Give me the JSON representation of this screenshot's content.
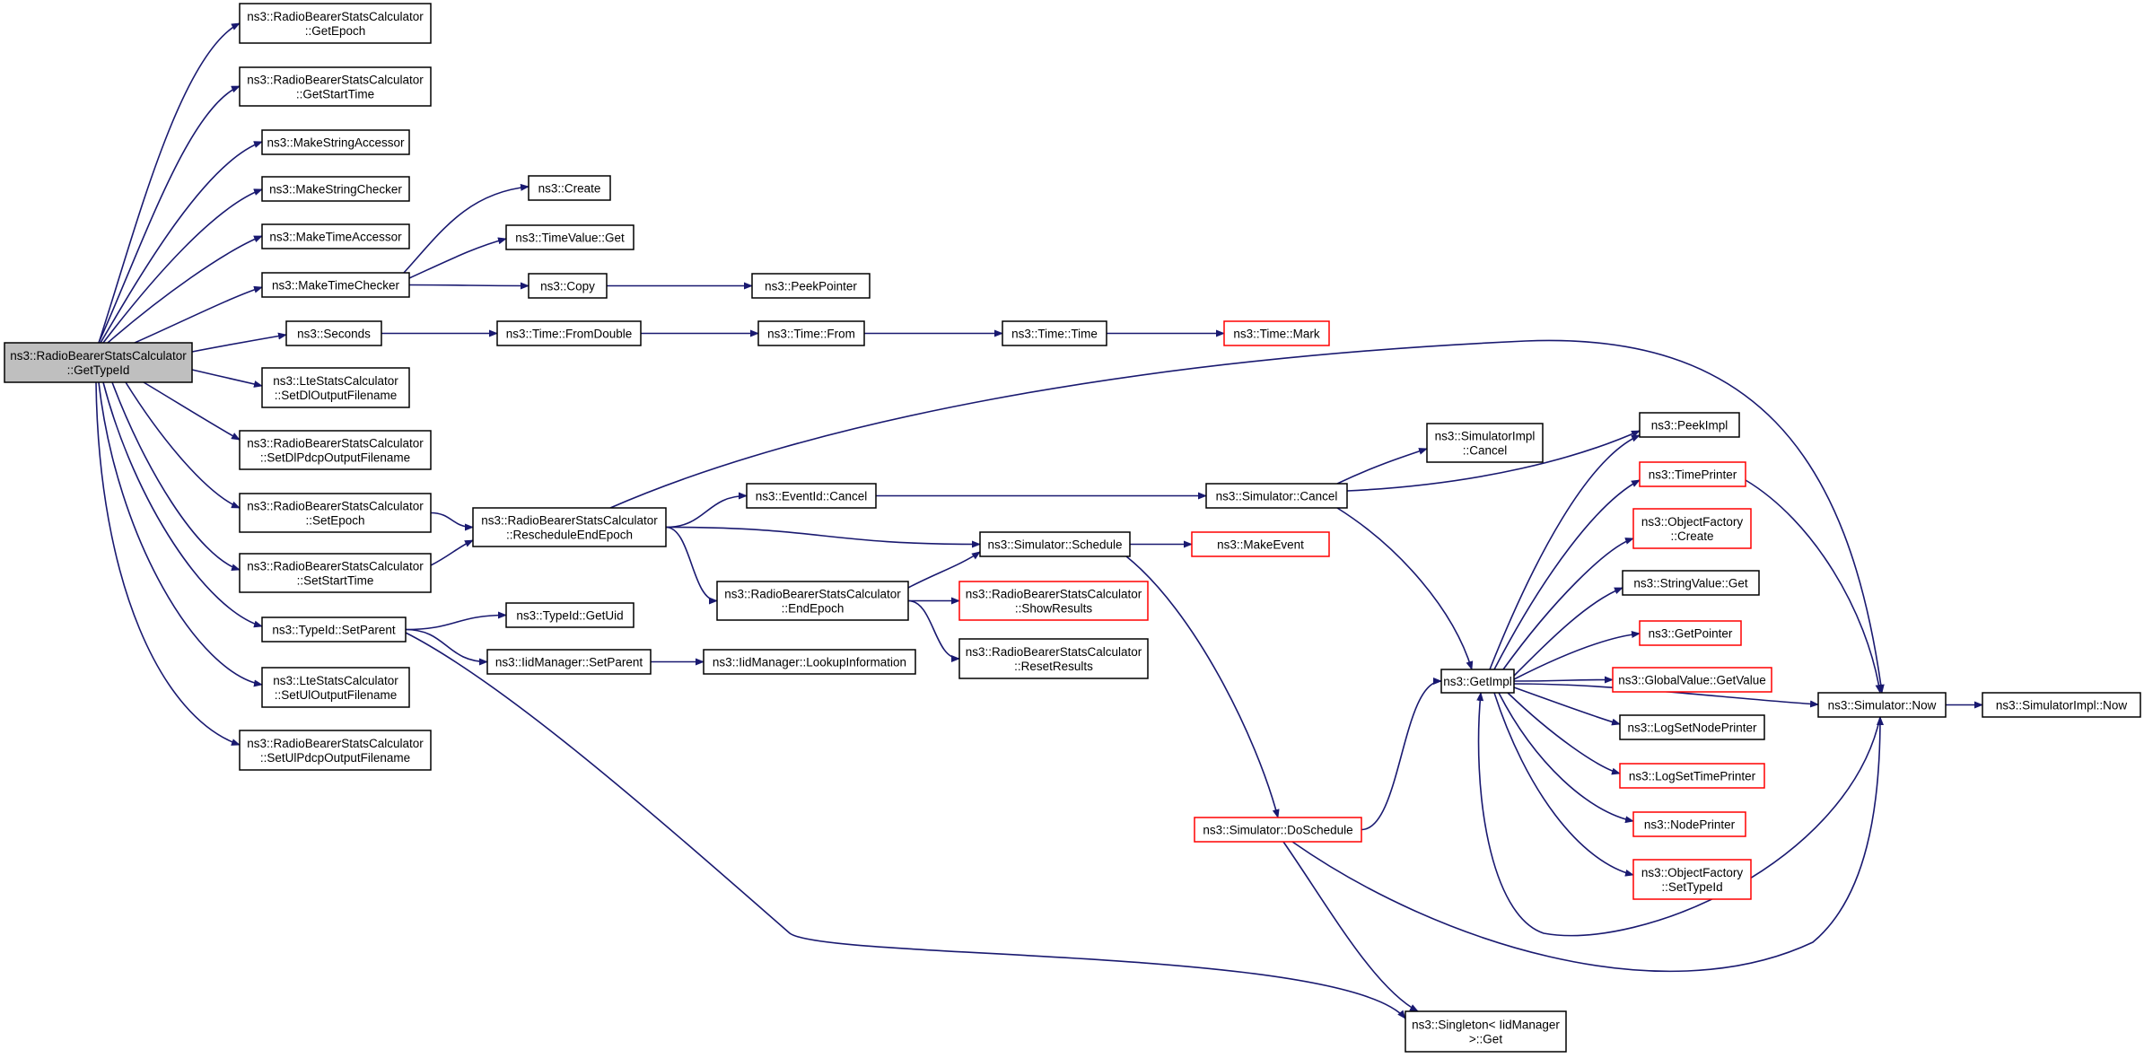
{
  "colors": {
    "edge": "#191970",
    "node_border": "#000000",
    "node_border_truncated": "#ff0000",
    "root_fill": "#bfbfbf",
    "node_fill": "#ffffff"
  },
  "nodes": [
    {
      "id": "root",
      "lines": [
        "ns3::RadioBearerStatsCalculator",
        "::GetTypeId"
      ],
      "style": "root"
    },
    {
      "id": "getepoch",
      "lines": [
        "ns3::RadioBearerStatsCalculator",
        "::GetEpoch"
      ],
      "style": "normal"
    },
    {
      "id": "getstarttime",
      "lines": [
        "ns3::RadioBearerStatsCalculator",
        "::GetStartTime"
      ],
      "style": "normal"
    },
    {
      "id": "makestringaccessor",
      "lines": [
        "ns3::MakeStringAccessor"
      ],
      "style": "normal"
    },
    {
      "id": "makestringchecker",
      "lines": [
        "ns3::MakeStringChecker"
      ],
      "style": "normal"
    },
    {
      "id": "maketimeaccessor",
      "lines": [
        "ns3::MakeTimeAccessor"
      ],
      "style": "normal"
    },
    {
      "id": "maketimechecker",
      "lines": [
        "ns3::MakeTimeChecker"
      ],
      "style": "normal"
    },
    {
      "id": "seconds",
      "lines": [
        "ns3::Seconds"
      ],
      "style": "normal"
    },
    {
      "id": "setdloutputfilename",
      "lines": [
        "ns3::LteStatsCalculator",
        "::SetDlOutputFilename"
      ],
      "style": "normal"
    },
    {
      "id": "setdlpdcpoutputfilename",
      "lines": [
        "ns3::RadioBearerStatsCalculator",
        "::SetDlPdcpOutputFilename"
      ],
      "style": "normal"
    },
    {
      "id": "setepoch",
      "lines": [
        "ns3::RadioBearerStatsCalculator",
        "::SetEpoch"
      ],
      "style": "normal"
    },
    {
      "id": "setstarttime",
      "lines": [
        "ns3::RadioBearerStatsCalculator",
        "::SetStartTime"
      ],
      "style": "normal"
    },
    {
      "id": "typeidsetparent",
      "lines": [
        "ns3::TypeId::SetParent"
      ],
      "style": "normal"
    },
    {
      "id": "setuloutputfilename",
      "lines": [
        "ns3::LteStatsCalculator",
        "::SetUlOutputFilename"
      ],
      "style": "normal"
    },
    {
      "id": "setulpdcpoutputfilename",
      "lines": [
        "ns3::RadioBearerStatsCalculator",
        "::SetUlPdcpOutputFilename"
      ],
      "style": "normal"
    },
    {
      "id": "create",
      "lines": [
        "ns3::Create"
      ],
      "style": "normal"
    },
    {
      "id": "timevalueget",
      "lines": [
        "ns3::TimeValue::Get"
      ],
      "style": "normal"
    },
    {
      "id": "copy",
      "lines": [
        "ns3::Copy"
      ],
      "style": "normal"
    },
    {
      "id": "peekpointer",
      "lines": [
        "ns3::PeekPointer"
      ],
      "style": "normal"
    },
    {
      "id": "fromdouble",
      "lines": [
        "ns3::Time::FromDouble"
      ],
      "style": "normal"
    },
    {
      "id": "timefrom",
      "lines": [
        "ns3::Time::From"
      ],
      "style": "normal"
    },
    {
      "id": "timetime",
      "lines": [
        "ns3::Time::Time"
      ],
      "style": "normal"
    },
    {
      "id": "timemark",
      "lines": [
        "ns3::Time::Mark"
      ],
      "style": "truncated"
    },
    {
      "id": "rescheduleendepoch",
      "lines": [
        "ns3::RadioBearerStatsCalculator",
        "::RescheduleEndEpoch"
      ],
      "style": "normal"
    },
    {
      "id": "typeidgetuid",
      "lines": [
        "ns3::TypeId::GetUid"
      ],
      "style": "normal"
    },
    {
      "id": "iidsetparent",
      "lines": [
        "ns3::IidManager::SetParent"
      ],
      "style": "normal"
    },
    {
      "id": "lookupinformation",
      "lines": [
        "ns3::IidManager::LookupInformation"
      ],
      "style": "normal"
    },
    {
      "id": "eventidcancel",
      "lines": [
        "ns3::EventId::Cancel"
      ],
      "style": "normal"
    },
    {
      "id": "simschedule",
      "lines": [
        "ns3::Simulator::Schedule"
      ],
      "style": "normal"
    },
    {
      "id": "endepoch",
      "lines": [
        "ns3::RadioBearerStatsCalculator",
        "::EndEpoch"
      ],
      "style": "normal"
    },
    {
      "id": "showresults",
      "lines": [
        "ns3::RadioBearerStatsCalculator",
        "::ShowResults"
      ],
      "style": "truncated"
    },
    {
      "id": "resetresults",
      "lines": [
        "ns3::RadioBearerStatsCalculator",
        "::ResetResults"
      ],
      "style": "normal"
    },
    {
      "id": "simimplcancel",
      "lines": [
        "ns3::SimulatorImpl",
        "::Cancel"
      ],
      "style": "normal"
    },
    {
      "id": "simcancel",
      "lines": [
        "ns3::Simulator::Cancel"
      ],
      "style": "normal"
    },
    {
      "id": "makeevent",
      "lines": [
        "ns3::MakeEvent"
      ],
      "style": "truncated"
    },
    {
      "id": "doschedule",
      "lines": [
        "ns3::Simulator::DoSchedule"
      ],
      "style": "truncated"
    },
    {
      "id": "singletonget",
      "lines": [
        "ns3::Singleton< IidManager",
        ">::Get"
      ],
      "style": "normal"
    },
    {
      "id": "getimpl",
      "lines": [
        "ns3::GetImpl"
      ],
      "style": "normal"
    },
    {
      "id": "peekimpl",
      "lines": [
        "ns3::PeekImpl"
      ],
      "style": "normal"
    },
    {
      "id": "timeprinter",
      "lines": [
        "ns3::TimePrinter"
      ],
      "style": "truncated"
    },
    {
      "id": "objfactorycreate",
      "lines": [
        "ns3::ObjectFactory",
        "::Create"
      ],
      "style": "truncated"
    },
    {
      "id": "stringvalueget",
      "lines": [
        "ns3::StringValue::Get"
      ],
      "style": "normal"
    },
    {
      "id": "getpointer",
      "lines": [
        "ns3::GetPointer"
      ],
      "style": "truncated"
    },
    {
      "id": "globalvalueget",
      "lines": [
        "ns3::GlobalValue::GetValue"
      ],
      "style": "truncated"
    },
    {
      "id": "logsetnodeprinter",
      "lines": [
        "ns3::LogSetNodePrinter"
      ],
      "style": "normal"
    },
    {
      "id": "logsettimeprinter",
      "lines": [
        "ns3::LogSetTimePrinter"
      ],
      "style": "truncated"
    },
    {
      "id": "nodeprinter",
      "lines": [
        "ns3::NodePrinter"
      ],
      "style": "truncated"
    },
    {
      "id": "objfactorysettypeid",
      "lines": [
        "ns3::ObjectFactory",
        "::SetTypeId"
      ],
      "style": "truncated"
    },
    {
      "id": "simnow",
      "lines": [
        "ns3::Simulator::Now"
      ],
      "style": "normal"
    },
    {
      "id": "simimplnow",
      "lines": [
        "ns3::SimulatorImpl::Now"
      ],
      "style": "normal"
    }
  ],
  "edges": [
    {
      "from": "root",
      "to": "getepoch"
    },
    {
      "from": "root",
      "to": "getstarttime"
    },
    {
      "from": "root",
      "to": "makestringaccessor"
    },
    {
      "from": "root",
      "to": "makestringchecker"
    },
    {
      "from": "root",
      "to": "maketimeaccessor"
    },
    {
      "from": "root",
      "to": "maketimechecker"
    },
    {
      "from": "root",
      "to": "seconds"
    },
    {
      "from": "root",
      "to": "setdloutputfilename"
    },
    {
      "from": "root",
      "to": "setdlpdcpoutputfilename"
    },
    {
      "from": "root",
      "to": "setepoch"
    },
    {
      "from": "root",
      "to": "setstarttime"
    },
    {
      "from": "root",
      "to": "typeidsetparent"
    },
    {
      "from": "root",
      "to": "setuloutputfilename"
    },
    {
      "from": "root",
      "to": "setulpdcpoutputfilename"
    },
    {
      "from": "maketimechecker",
      "to": "create"
    },
    {
      "from": "maketimechecker",
      "to": "timevalueget"
    },
    {
      "from": "maketimechecker",
      "to": "copy"
    },
    {
      "from": "copy",
      "to": "peekpointer"
    },
    {
      "from": "seconds",
      "to": "fromdouble"
    },
    {
      "from": "fromdouble",
      "to": "timefrom"
    },
    {
      "from": "timefrom",
      "to": "timetime"
    },
    {
      "from": "timetime",
      "to": "timemark"
    },
    {
      "from": "setepoch",
      "to": "rescheduleendepoch"
    },
    {
      "from": "setstarttime",
      "to": "rescheduleendepoch"
    },
    {
      "from": "typeidsetparent",
      "to": "typeidgetuid"
    },
    {
      "from": "typeidsetparent",
      "to": "iidsetparent"
    },
    {
      "from": "typeidsetparent",
      "to": "singletonget"
    },
    {
      "from": "iidsetparent",
      "to": "lookupinformation"
    },
    {
      "from": "rescheduleendepoch",
      "to": "eventidcancel"
    },
    {
      "from": "rescheduleendepoch",
      "to": "simschedule"
    },
    {
      "from": "rescheduleendepoch",
      "to": "endepoch"
    },
    {
      "from": "rescheduleendepoch",
      "to": "simnow"
    },
    {
      "from": "eventidcancel",
      "to": "simcancel"
    },
    {
      "from": "endepoch",
      "to": "simschedule"
    },
    {
      "from": "endepoch",
      "to": "showresults"
    },
    {
      "from": "endepoch",
      "to": "resetresults"
    },
    {
      "from": "simschedule",
      "to": "makeevent"
    },
    {
      "from": "simschedule",
      "to": "doschedule"
    },
    {
      "from": "simcancel",
      "to": "simimplcancel"
    },
    {
      "from": "simcancel",
      "to": "peekimpl"
    },
    {
      "from": "simcancel",
      "to": "getimpl"
    },
    {
      "from": "doschedule",
      "to": "getimpl"
    },
    {
      "from": "doschedule",
      "to": "singletonget"
    },
    {
      "from": "doschedule",
      "to": "simnow"
    },
    {
      "from": "getimpl",
      "to": "peekimpl"
    },
    {
      "from": "getimpl",
      "to": "timeprinter"
    },
    {
      "from": "getimpl",
      "to": "objfactorycreate"
    },
    {
      "from": "getimpl",
      "to": "stringvalueget"
    },
    {
      "from": "getimpl",
      "to": "getpointer"
    },
    {
      "from": "getimpl",
      "to": "globalvalueget"
    },
    {
      "from": "getimpl",
      "to": "logsetnodeprinter"
    },
    {
      "from": "getimpl",
      "to": "logsettimeprinter"
    },
    {
      "from": "getimpl",
      "to": "nodeprinter"
    },
    {
      "from": "getimpl",
      "to": "objfactorysettypeid"
    },
    {
      "from": "getimpl",
      "to": "simnow"
    },
    {
      "from": "timeprinter",
      "to": "simnow"
    },
    {
      "from": "simnow",
      "to": "simimplnow"
    },
    {
      "from": "simnow",
      "to": "getimpl"
    }
  ]
}
